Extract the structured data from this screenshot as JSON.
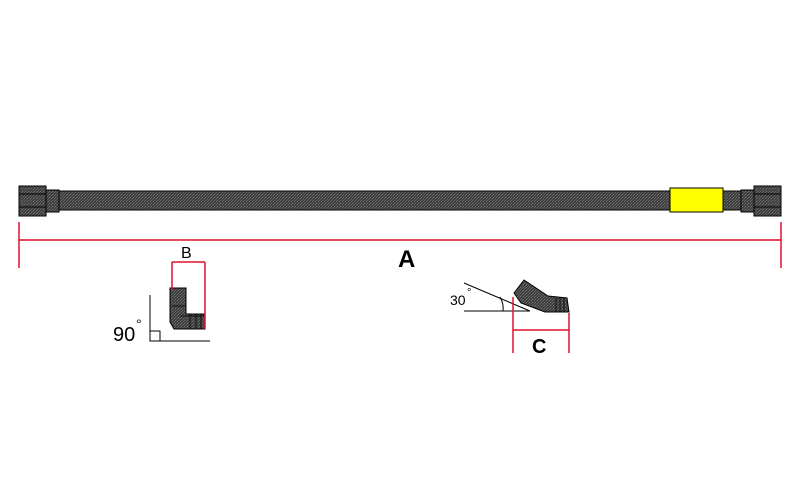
{
  "labels": {
    "length_a": "A",
    "length_b": "B",
    "length_c": "C",
    "angle_90": "90",
    "angle_30": "30",
    "degree_symbol": "°"
  },
  "colors": {
    "hose_body": "#4a4a4a",
    "hose_edge": "#000000",
    "marker_sleeve": "#ffff00",
    "dimension_line": "#e0102a",
    "reference_line": "#000000",
    "background": "#ffffff"
  },
  "icons": {
    "hose": "straight-brake-hose",
    "end_fitting": "hex-nut-fitting",
    "elbow_90": "90-degree-banjo-elbow",
    "elbow_30": "30-degree-bent-fitting"
  }
}
